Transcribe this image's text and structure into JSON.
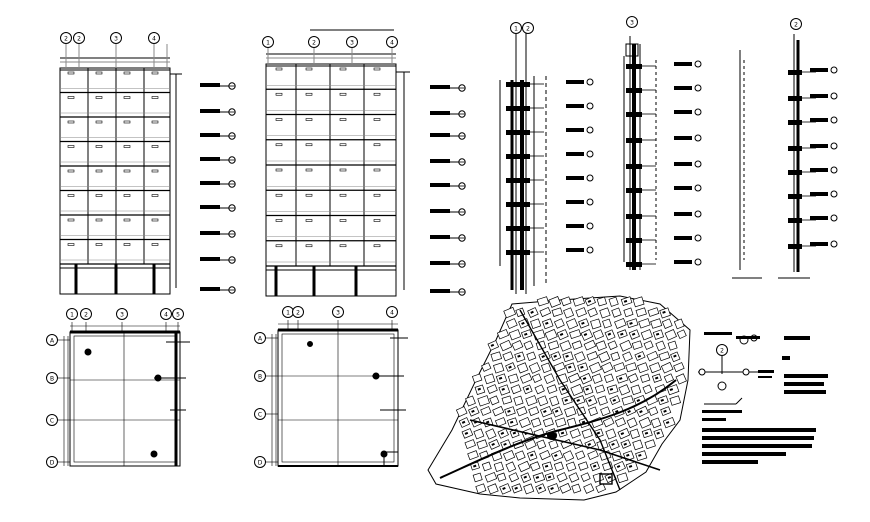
{
  "drawing": {
    "bubbles": {
      "elev1_top": [
        "2",
        "2",
        "3",
        "4"
      ],
      "elev2_top": [
        "1",
        "2",
        "3",
        "4"
      ],
      "sec1_top": [
        "1",
        "2"
      ],
      "sec2_top": [
        "3"
      ],
      "sec3_top": [
        "2"
      ],
      "plan1_top": [
        "1",
        "2",
        "3",
        "4",
        "5"
      ],
      "plan1_left": [
        "A",
        "B",
        "C",
        "D"
      ],
      "plan2_top": [
        "1",
        "2",
        "3",
        "4"
      ],
      "plan2_left": [
        "A",
        "B",
        "C",
        "D"
      ],
      "legend": [
        "2"
      ]
    }
  },
  "colors": {
    "ink": "#000000",
    "paper": "#ffffff",
    "gray": "#888888"
  }
}
